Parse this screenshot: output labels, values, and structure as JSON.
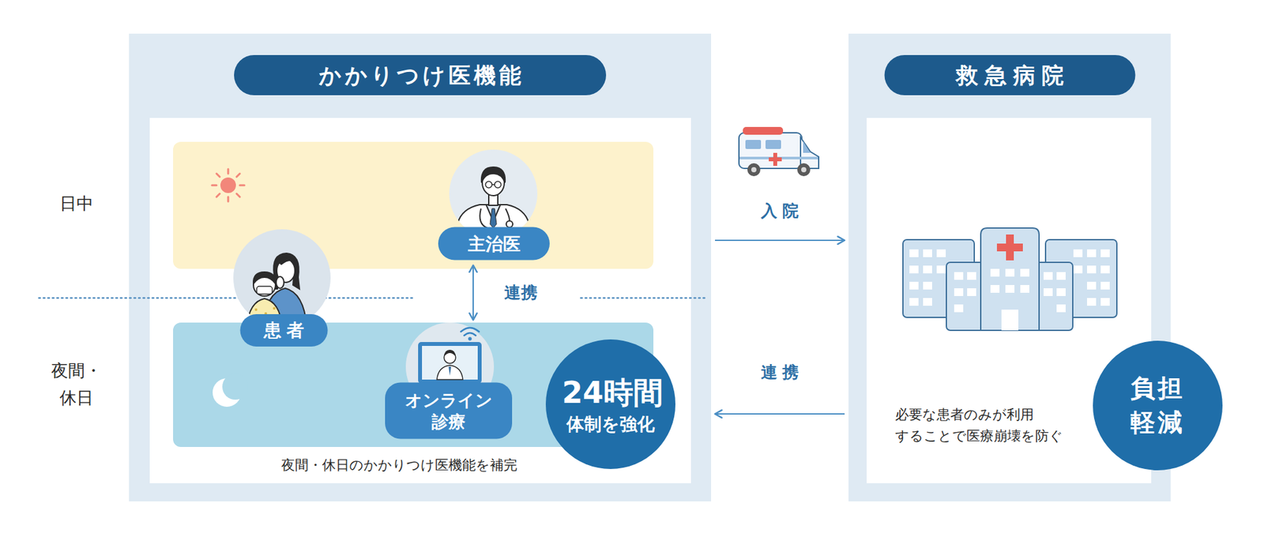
{
  "diagram": {
    "nodes": [
      {
        "text": [
          "かかりつけ医機能"
        ]
      },
      {
        "text": [
          "主治医"
        ],
        "in": 0
      },
      {
        "text": [
          "患者"
        ],
        "in": 0
      },
      {
        "text": [
          "オンライン 診療"
        ],
        "in": 0
      },
      {
        "text": [
          "24時間 体制を強化"
        ],
        "in": 0
      },
      {
        "text": [
          "救急病院",
          "必要な患者のみが利用 することで医療崩壊を防ぐ"
        ]
      },
      {
        "text": [
          "負担 軽減"
        ],
        "in": 5
      }
    ],
    "edges": [
      {
        "from": 1,
        "to": 3,
        "arrow": "both",
        "label": "連携"
      },
      {
        "from": 0,
        "to": 5,
        "arrow": "to",
        "label": "入院"
      },
      {
        "from": 5,
        "to": 0,
        "arrow": "to",
        "label": "連携"
      }
    ],
    "labels": [
      "日中",
      "夜間・ 休日",
      "夜間・休日のかかりつけ医機能を補完"
    ]
  }
}
